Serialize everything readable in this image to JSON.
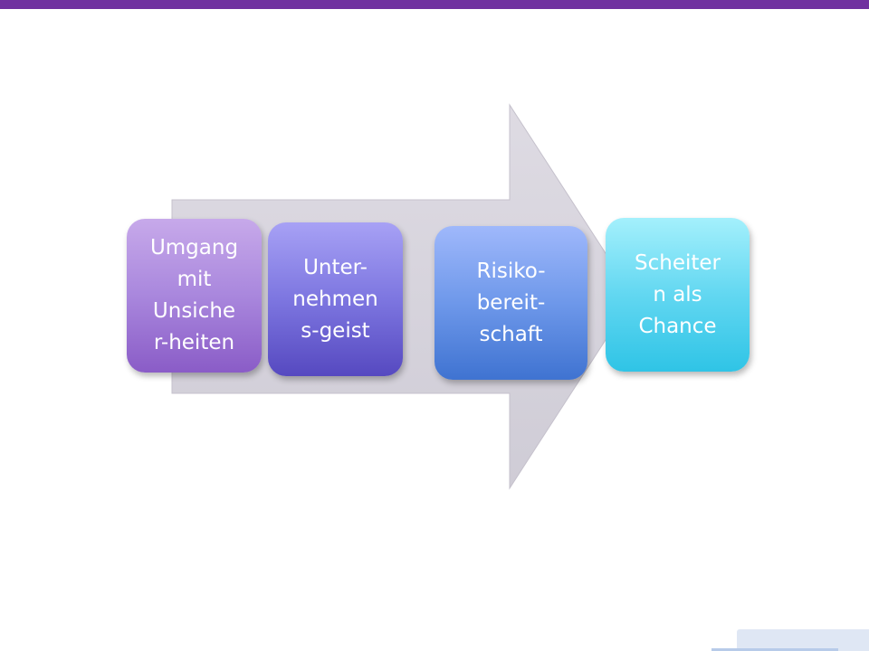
{
  "slide": {
    "accent_color": "#7030a0",
    "arrow_color": "#d9d6df"
  },
  "process": {
    "steps": [
      {
        "label": "Umgang\nmit\nUnsiche\nr-heiten"
      },
      {
        "label": "Unter-\nnehmen\ns-geist"
      },
      {
        "label": "Risiko-\nbereit-\nschaft"
      },
      {
        "label": "Scheiter\nn als\nChance"
      }
    ]
  }
}
